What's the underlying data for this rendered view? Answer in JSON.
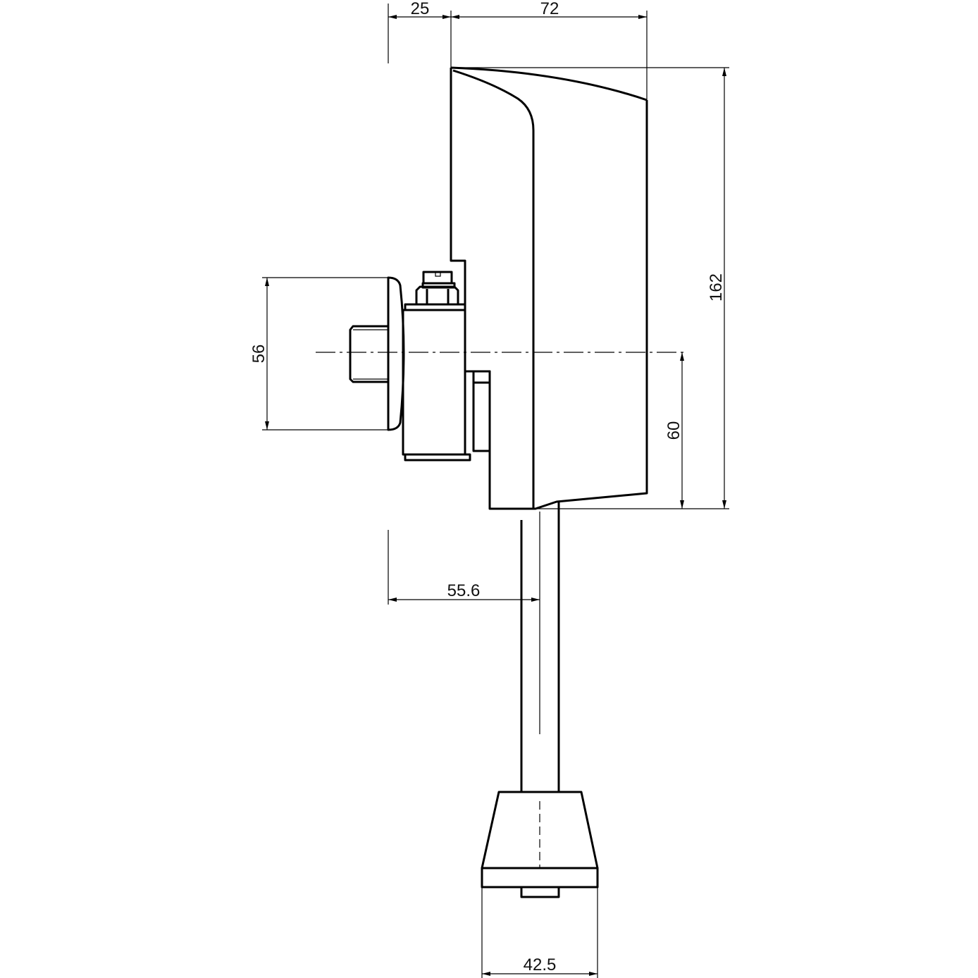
{
  "drawing": {
    "title": "Flush valve side view technical drawing",
    "units": "mm",
    "dimensions": {
      "wall_offset": "25",
      "body_depth": "72",
      "total_height": "162",
      "inlet_height": "60",
      "flange_diameter": "56",
      "pipe_offset": "55.6",
      "foot_width": "42.5"
    }
  }
}
